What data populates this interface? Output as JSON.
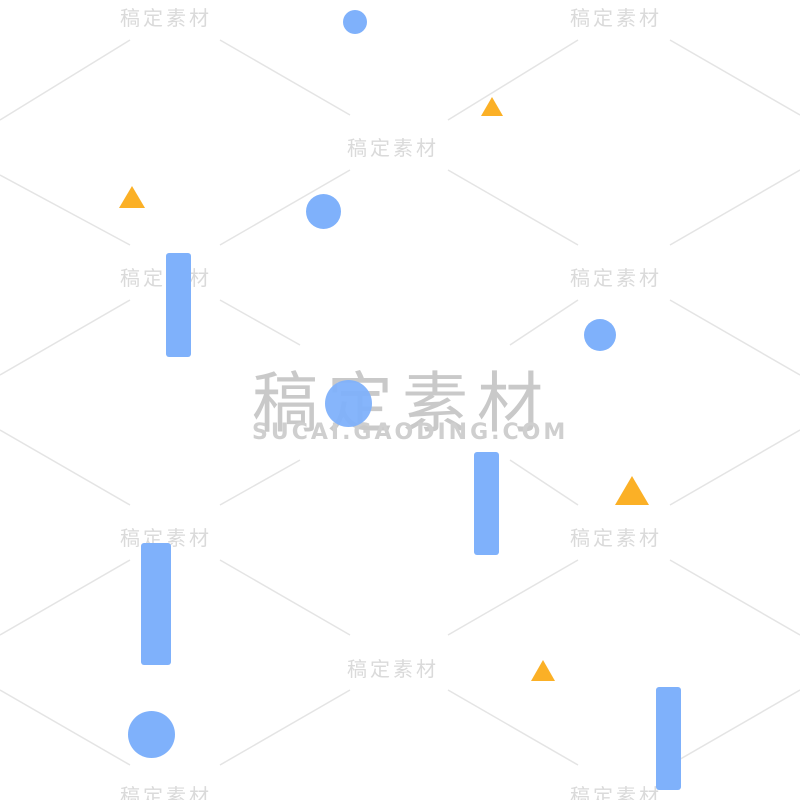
{
  "colors": {
    "background": "#ffffff",
    "blue_shape": "#7fb1fb",
    "yellow_shape": "#fbb026",
    "line": "#e4e4e4",
    "watermark": "#d4d4d4"
  },
  "watermark": {
    "small_text": "稿定素材",
    "big_text": "稿定素材",
    "url_text": "SUCAI.GAODING.COM"
  },
  "shapes": {
    "circles": [
      "blue-circle",
      "blue-circle",
      "blue-circle",
      "blue-circle",
      "blue-circle"
    ],
    "bars": [
      "blue-bar",
      "blue-bar",
      "blue-bar",
      "blue-bar"
    ],
    "triangles": [
      "yellow-triangle",
      "yellow-triangle",
      "yellow-triangle",
      "yellow-triangle"
    ]
  }
}
